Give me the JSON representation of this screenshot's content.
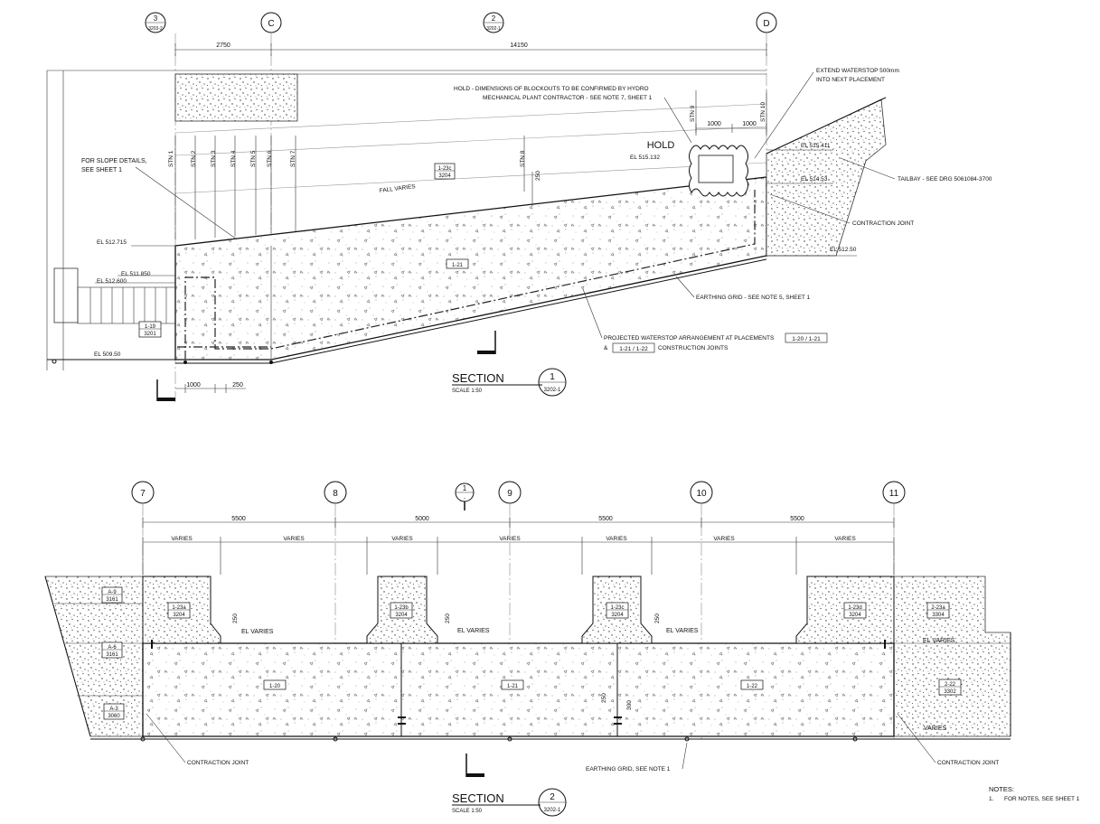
{
  "section1": {
    "title": "SECTION",
    "scale": "SCALE 1:50",
    "bubble_num": "1",
    "bubble_ref": "3202-1",
    "grids": [
      {
        "label": "3",
        "sub": "3203-2"
      },
      {
        "label": "C",
        "sub": ""
      },
      {
        "label": "2",
        "sub": "3202-1"
      },
      {
        "label": "D",
        "sub": ""
      }
    ],
    "dims_top": [
      "2750",
      "14150"
    ],
    "dims_bottom": [
      "1000",
      "250"
    ],
    "dims_hold": [
      "1000",
      "1000"
    ],
    "dim_250": "250",
    "stations": [
      "STN 1",
      "STN 2",
      "STN 3",
      "STN 4",
      "STN 5",
      "STN 6",
      "STN 7",
      "STN 8",
      "STN 9",
      "STN 10"
    ],
    "elevations": {
      "el_512_715": "EL 512.715",
      "el_511_850": "EL 511.850",
      "el_512_600": "EL 512.600",
      "el_509_50": "EL 509.50",
      "el_515_132": "EL 515.132",
      "el_515_411": "EL 515.411",
      "el_514_53": "EL 514.53",
      "el_512_50": "EL 512.50"
    },
    "notes": {
      "slope_1": "FOR SLOPE DETAILS,",
      "slope_2": "SEE SHEET 1",
      "hold_note_1": "HOLD - DIMENSIONS OF BLOCKOUTS TO BE  CONFIRMED  BY HYDRO",
      "hold_note_2": "MECHANICAL PLANT CONTRACTOR - SEE NOTE 7, SHEET 1",
      "hold": "HOLD",
      "extend_1": "EXTEND WATERSTOP 500mm",
      "extend_2": "INTO NEXT PLACEMENT",
      "tailbay": "TAILBAY - SEE DRG 5061084-3700",
      "contraction": "CONTRACTION JOINT",
      "earthing": "EARTHING GRID - SEE NOTE 5, SHEET 1",
      "projected_1": "PROJECTED WATERSTOP ARRANGEMENT AT PLACEMENTS",
      "projected_1b": "1-20 / 1-21",
      "projected_2a": "&",
      "projected_2b": "1-21 / 1-22",
      "projected_2c": "CONSTRUCTION JOINTS",
      "fall": "FALL VARIES"
    },
    "tags": [
      {
        "a": "1-23c",
        "b": "3204"
      },
      {
        "a": "1-21",
        "b": ""
      },
      {
        "a": "1-19",
        "b": "3201"
      }
    ]
  },
  "section2": {
    "title": "SECTION",
    "scale": "SCALE 1:50",
    "bubble_num": "2",
    "bubble_ref": "3202-1",
    "grids": [
      "7",
      "8",
      "9",
      "10",
      "11"
    ],
    "sec_ref": {
      "num": "1",
      "sub": "-"
    },
    "dims": [
      "5500",
      "5000",
      "5500",
      "5500"
    ],
    "varies": "VARIES",
    "el_varies": "EL VARIES",
    "dim_250": "250",
    "dim_300": "300",
    "contraction": "CONTRACTION JOINT",
    "earthing": "EARTHING GRID, SEE NOTE 1",
    "tags": [
      {
        "a": "A-9",
        "b": "3161"
      },
      {
        "a": "A-6",
        "b": "3161"
      },
      {
        "a": "A-3",
        "b": "3060"
      },
      {
        "a": "1-23a",
        "b": "3204"
      },
      {
        "a": "1-23b",
        "b": "3204"
      },
      {
        "a": "1-23c",
        "b": "3204"
      },
      {
        "a": "1-23d",
        "b": "3204"
      },
      {
        "a": "2-23a",
        "b": "3304"
      },
      {
        "a": "2-22",
        "b": "3302"
      },
      {
        "a": "1-20",
        "b": ""
      },
      {
        "a": "1-21",
        "b": ""
      },
      {
        "a": "1-22",
        "b": ""
      }
    ]
  },
  "notes": {
    "heading": "NOTES:",
    "item_num": "1.",
    "item_text": "FOR NOTES, SEE SHEET 1"
  }
}
